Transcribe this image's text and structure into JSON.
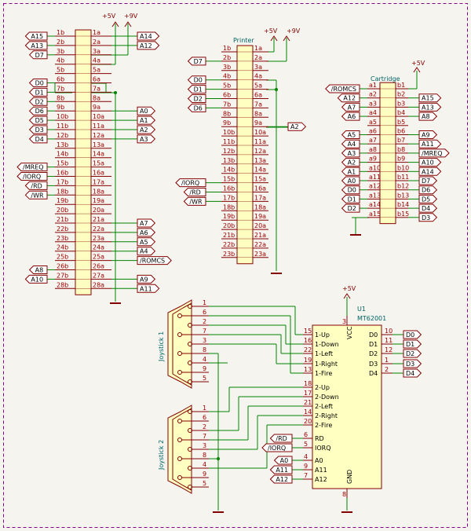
{
  "power": {
    "v5": "+5V",
    "v9": "+9V"
  },
  "edge": {
    "left": [
      "1b",
      "2b",
      "3b",
      "4b",
      "5b",
      "6b",
      "7b",
      "8b",
      "9b",
      "10b",
      "11b",
      "12b",
      "13b",
      "14b",
      "15b",
      "16b",
      "17b",
      "18b",
      "19b",
      "20b",
      "21b",
      "22b",
      "23b",
      "24b",
      "25b",
      "26b",
      "27b",
      "28b"
    ],
    "right": [
      "1a",
      "2a",
      "3a",
      "4a",
      "5a",
      "6a",
      "7a",
      "8a",
      "9a",
      "10a",
      "11a",
      "12a",
      "13a",
      "14a",
      "15a",
      "16a",
      "17a",
      "18a",
      "19a",
      "20a",
      "21a",
      "22a",
      "23a",
      "24a",
      "25a",
      "26a",
      "27a",
      "28a"
    ],
    "left_labels": {
      "0": "A15",
      "1": "A13",
      "2": "D7",
      "5": "D0",
      "6": "D1",
      "7": "D2",
      "8": "D6",
      "9": "D5",
      "10": "D3",
      "11": "D4",
      "14": "/MREQ",
      "15": "/IORQ",
      "16": "/RD",
      "17": "/WR",
      "25": "A8",
      "26": "A10"
    },
    "right_labels": {
      "0": "A14",
      "1": "A12",
      "8": "A0",
      "9": "A1",
      "10": "A2",
      "11": "A3",
      "20": "A7",
      "21": "A6",
      "22": "A5",
      "23": "A4",
      "24": "/ROMCS",
      "26": "A9",
      "27": "A11"
    }
  },
  "printer": {
    "title": "Printer",
    "left": [
      "1b",
      "2b",
      "3b",
      "4b",
      "5b",
      "6b",
      "7b",
      "8b",
      "9b",
      "10b",
      "11b",
      "12b",
      "13b",
      "14b",
      "15b",
      "16b",
      "17b",
      "18b",
      "19b",
      "20b",
      "21b",
      "22b",
      "23b"
    ],
    "right": [
      "1a",
      "2a",
      "3a",
      "4a",
      "5a",
      "6a",
      "7a",
      "8a",
      "9a",
      "10a",
      "11a",
      "12a",
      "13a",
      "14a",
      "15a",
      "16a",
      "17a",
      "18a",
      "19a",
      "20a",
      "21a",
      "22a",
      "23a"
    ],
    "left_labels": {
      "1": "D7",
      "3": "D0",
      "4": "D1",
      "5": "D2",
      "6": "D6",
      "14": "/IORQ",
      "15": "/RD",
      "16": "/WR"
    },
    "right_labels": {
      "8": "A2"
    }
  },
  "cartridge": {
    "title": "Cartridge",
    "left": [
      "a1",
      "a2",
      "a3",
      "a4",
      "a5",
      "a6",
      "a7",
      "a8",
      "a9",
      "a10",
      "a11",
      "a12",
      "a13",
      "a14",
      "a15"
    ],
    "right": [
      "b1",
      "b2",
      "b3",
      "b4",
      "b5",
      "b6",
      "b7",
      "b8",
      "b9",
      "b10",
      "b11",
      "b12",
      "b13",
      "b14",
      "b15"
    ],
    "left_labels": [
      "/ROMCS",
      "A12",
      "A7",
      "A6",
      "",
      "A5",
      "A4",
      "A3",
      "A2",
      "A1",
      "A0",
      "D0",
      "D1",
      "D2",
      ""
    ],
    "right_labels": [
      "",
      "A15",
      "A13",
      "A8",
      "",
      "A9",
      "A11",
      "/MREQ",
      "A10",
      "A14",
      "D7",
      "D6",
      "D5",
      "D4",
      "D3"
    ]
  },
  "joy1": {
    "title": "Joystick 1",
    "pins": [
      "1",
      "6",
      "2",
      "7",
      "3",
      "8",
      "4",
      "9",
      "5"
    ]
  },
  "joy2": {
    "title": "Joystick 2",
    "pins": [
      "1",
      "6",
      "2",
      "7",
      "3",
      "8",
      "4",
      "9",
      "5"
    ]
  },
  "ic": {
    "ref": "U1",
    "value": "MT62001",
    "vcc_label": "VCC",
    "vcc_pin": "3",
    "gnd_label": "GND",
    "gnd_pin": "8",
    "left_pins": [
      {
        "num": "15",
        "name": "1-Up"
      },
      {
        "num": "16",
        "name": "1-Down"
      },
      {
        "num": "22",
        "name": "1-Left"
      },
      {
        "num": "19",
        "name": "1-Right"
      },
      {
        "num": "13",
        "name": "1-Fire"
      },
      {
        "num": "18",
        "name": "2-Up"
      },
      {
        "num": "17",
        "name": "2-Down"
      },
      {
        "num": "21",
        "name": "2-Left"
      },
      {
        "num": "14",
        "name": "2-Right"
      },
      {
        "num": "20",
        "name": "2-Fire"
      },
      {
        "num": "6",
        "name": "RD"
      },
      {
        "num": "5",
        "name": "IORQ"
      },
      {
        "num": "4",
        "name": "A0"
      },
      {
        "num": "9",
        "name": "A11"
      },
      {
        "num": "7",
        "name": "A12"
      }
    ],
    "right_pins": [
      {
        "num": "10",
        "name": "D0"
      },
      {
        "num": "11",
        "name": "D1"
      },
      {
        "num": "12",
        "name": "D2"
      },
      {
        "num": "1",
        "name": "D3"
      },
      {
        "num": "2",
        "name": "D4"
      }
    ],
    "left_labels": [
      "",
      "",
      "",
      "",
      "",
      "",
      "",
      "",
      "",
      "",
      "/RD",
      "/IORQ",
      "A0",
      "A11",
      "A12"
    ],
    "right_labels": [
      "D0",
      "D1",
      "D2",
      "D3",
      "D4"
    ]
  }
}
